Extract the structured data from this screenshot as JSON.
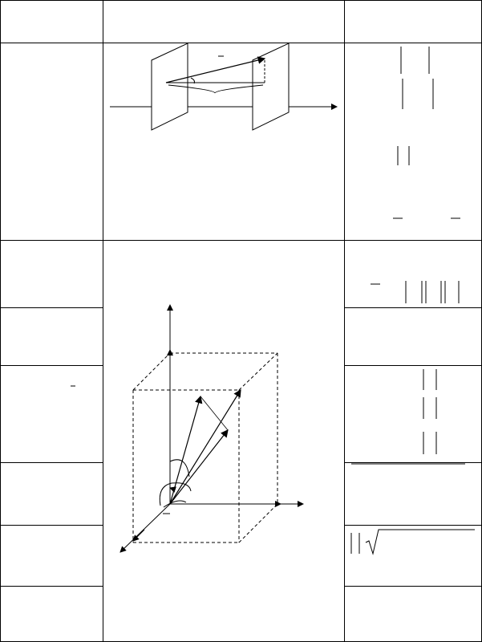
{
  "document": {
    "type": "formula-table",
    "rows": 7,
    "columns": 3,
    "visible_text": []
  }
}
